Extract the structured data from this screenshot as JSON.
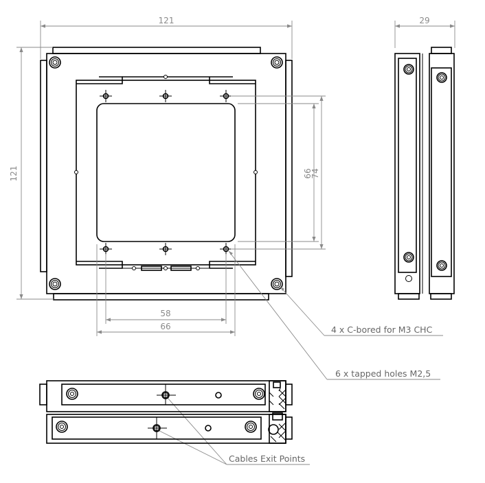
{
  "front_view": {
    "dim_width": "121",
    "dim_height": "121",
    "dim_hole_spacing_vertical": "66",
    "dim_window_vertical": "74",
    "dim_hole_spacing_horizontal": "58",
    "dim_window_horizontal": "66"
  },
  "side_view": {
    "dim_thickness": "29"
  },
  "callouts": {
    "cbored": "4 x C-bored for M3 CHC",
    "tapped": "6 x tapped holes M2,5",
    "cables": "Cables Exit Points"
  },
  "colors": {
    "outline": "#000000",
    "dimension": "#8a8a8a"
  }
}
